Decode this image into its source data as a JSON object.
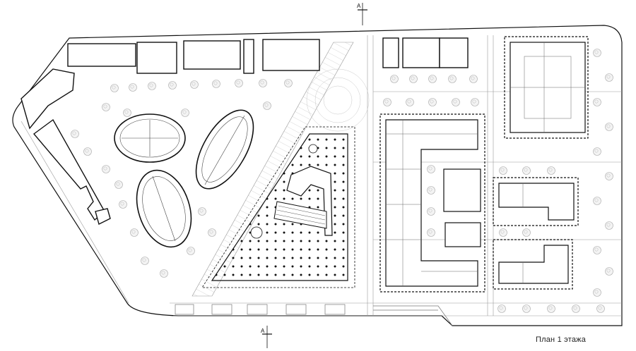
{
  "drawing": {
    "caption": "План 1 этажа",
    "section_marker_top": "A",
    "section_marker_bottom": "A",
    "colors": {
      "line": "#111111",
      "light_line": "#9a9a9a",
      "tree": "#bdbdbd",
      "background": "#ffffff"
    }
  }
}
